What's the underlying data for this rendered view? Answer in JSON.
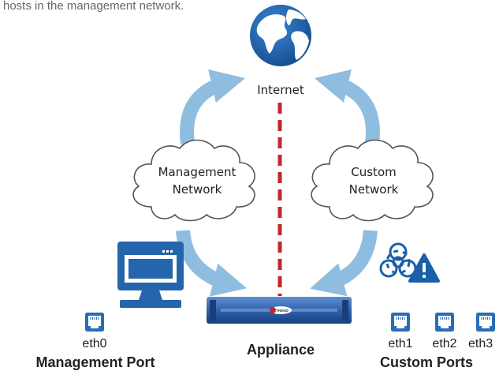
{
  "intro_text": "hosts in the management network.",
  "nodes": {
    "internet": "Internet",
    "management_network": [
      "Management",
      "Network"
    ],
    "custom_network": [
      "Custom",
      "Network"
    ],
    "appliance": "Appliance"
  },
  "ports": {
    "management": {
      "ports": [
        "eth0"
      ],
      "label": "Management Port"
    },
    "custom": {
      "ports": [
        "eth1",
        "eth2",
        "eth3"
      ],
      "label": "Custom Ports"
    }
  },
  "appliance_logo_text": "TREND",
  "icons": [
    "globe-icon",
    "cloud-icon",
    "monitor-icon",
    "biohazard-icon",
    "warning-icon",
    "ethernet-port-icon",
    "appliance-device"
  ],
  "colors": {
    "arrow": "#8fbde0",
    "globe": "#1f5fa5",
    "link_dashed": "#c0282c",
    "port": "#2a6db7",
    "monitor": "#2565ad",
    "warning": "#1a5fa8"
  }
}
